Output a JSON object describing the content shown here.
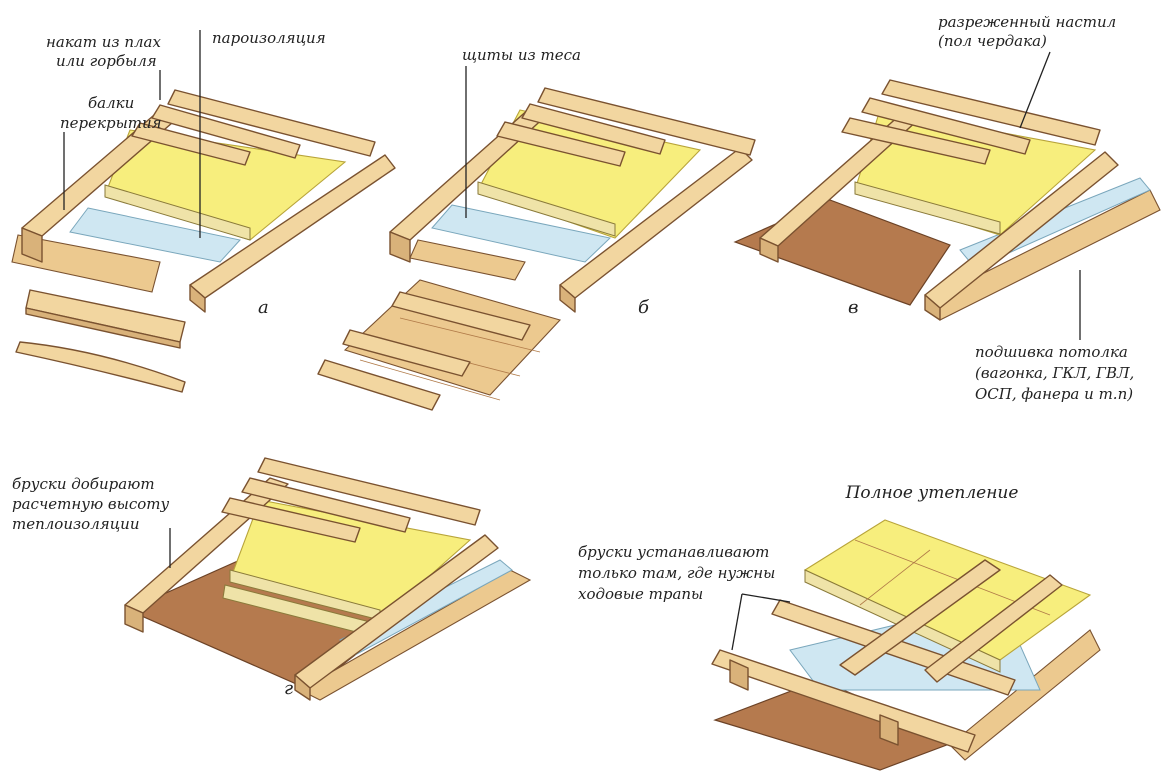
{
  "labels": {
    "nakat": [
      "накат из плах",
      "или горбыля"
    ],
    "parozol": "пароизоляция",
    "balki": [
      "балки",
      "перекрытия"
    ],
    "shchity": "щиты из теса",
    "nastil": [
      "разреженный настил",
      "(пол чердака)"
    ],
    "podshivka": [
      "подшивка потолка",
      "(вагонка, ГКЛ, ГВЛ,",
      "ОСП, фанера и т.п)"
    ],
    "bruski_dobir": [
      "бруски добирают",
      "расчетную высоту",
      "теплоизоляции"
    ],
    "polnoe": "Полное утепление",
    "bruski_ust": [
      "бруски устанавливают",
      "только там, где нужны",
      "ходовые трапы"
    ]
  },
  "letters": {
    "a": "а",
    "b": "б",
    "v": "в",
    "g": "г"
  },
  "colors": {
    "wood": "#f2d6a0",
    "wood_dark": "#b57a4e",
    "insulation": "#f7ee7d",
    "vapor_barrier": "#cfe7f2"
  }
}
